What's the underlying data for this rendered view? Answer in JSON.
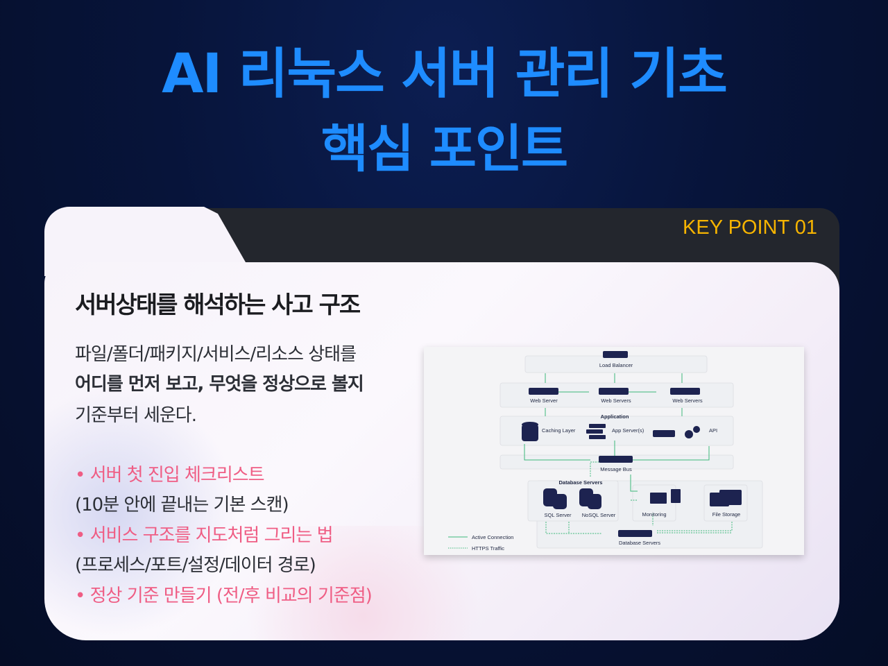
{
  "title": {
    "line1": "AI 리눅스 서버 관리 기초",
    "line2": "핵심 포인트"
  },
  "badge": "KEY POINT 01",
  "heading": "서버상태를 해석하는 사고 구조",
  "intro": {
    "line1": "파일/폴더/패키지/서비스/리소스 상태를",
    "line2": "어디를 먼저 보고, 무엇을 정상으로 볼지",
    "line3": "기준부터 세운다."
  },
  "bullets": [
    {
      "title": "• 서버 첫 진입 체크리스트",
      "sub": "(10분 안에 끝내는 기본 스캔)"
    },
    {
      "title": "• 서비스 구조를 지도처럼 그리는 법",
      "sub": "(프로세스/포트/설정/데이터 경로)"
    },
    {
      "title": "• 정상 기준 만들기 (전/후 비교의 기준점)"
    }
  ],
  "diagram": {
    "load_balancer": "Load Balancer",
    "web1": "Web Server",
    "web2": "Web Servers",
    "web3": "Web Servers",
    "application": "Application",
    "caching": "Caching Layer",
    "app_servers": "App Server(s)",
    "api": "API",
    "message_bus": "Message Bus",
    "db_group": "Database Servers",
    "sql": "SQL Server",
    "nosql": "NoSQL Server",
    "monitoring": "Monitoring",
    "file_storage": "File Storage",
    "db_bottom": "Database Servers",
    "legend_active": "Active Connection",
    "legend_https": "HTTPS Traffic"
  },
  "colors": {
    "title": "#1e8cff",
    "badge": "#f6b400",
    "accent_pink": "#ef5d84",
    "connection": "#3cb87a",
    "icon": "#1d2350"
  }
}
